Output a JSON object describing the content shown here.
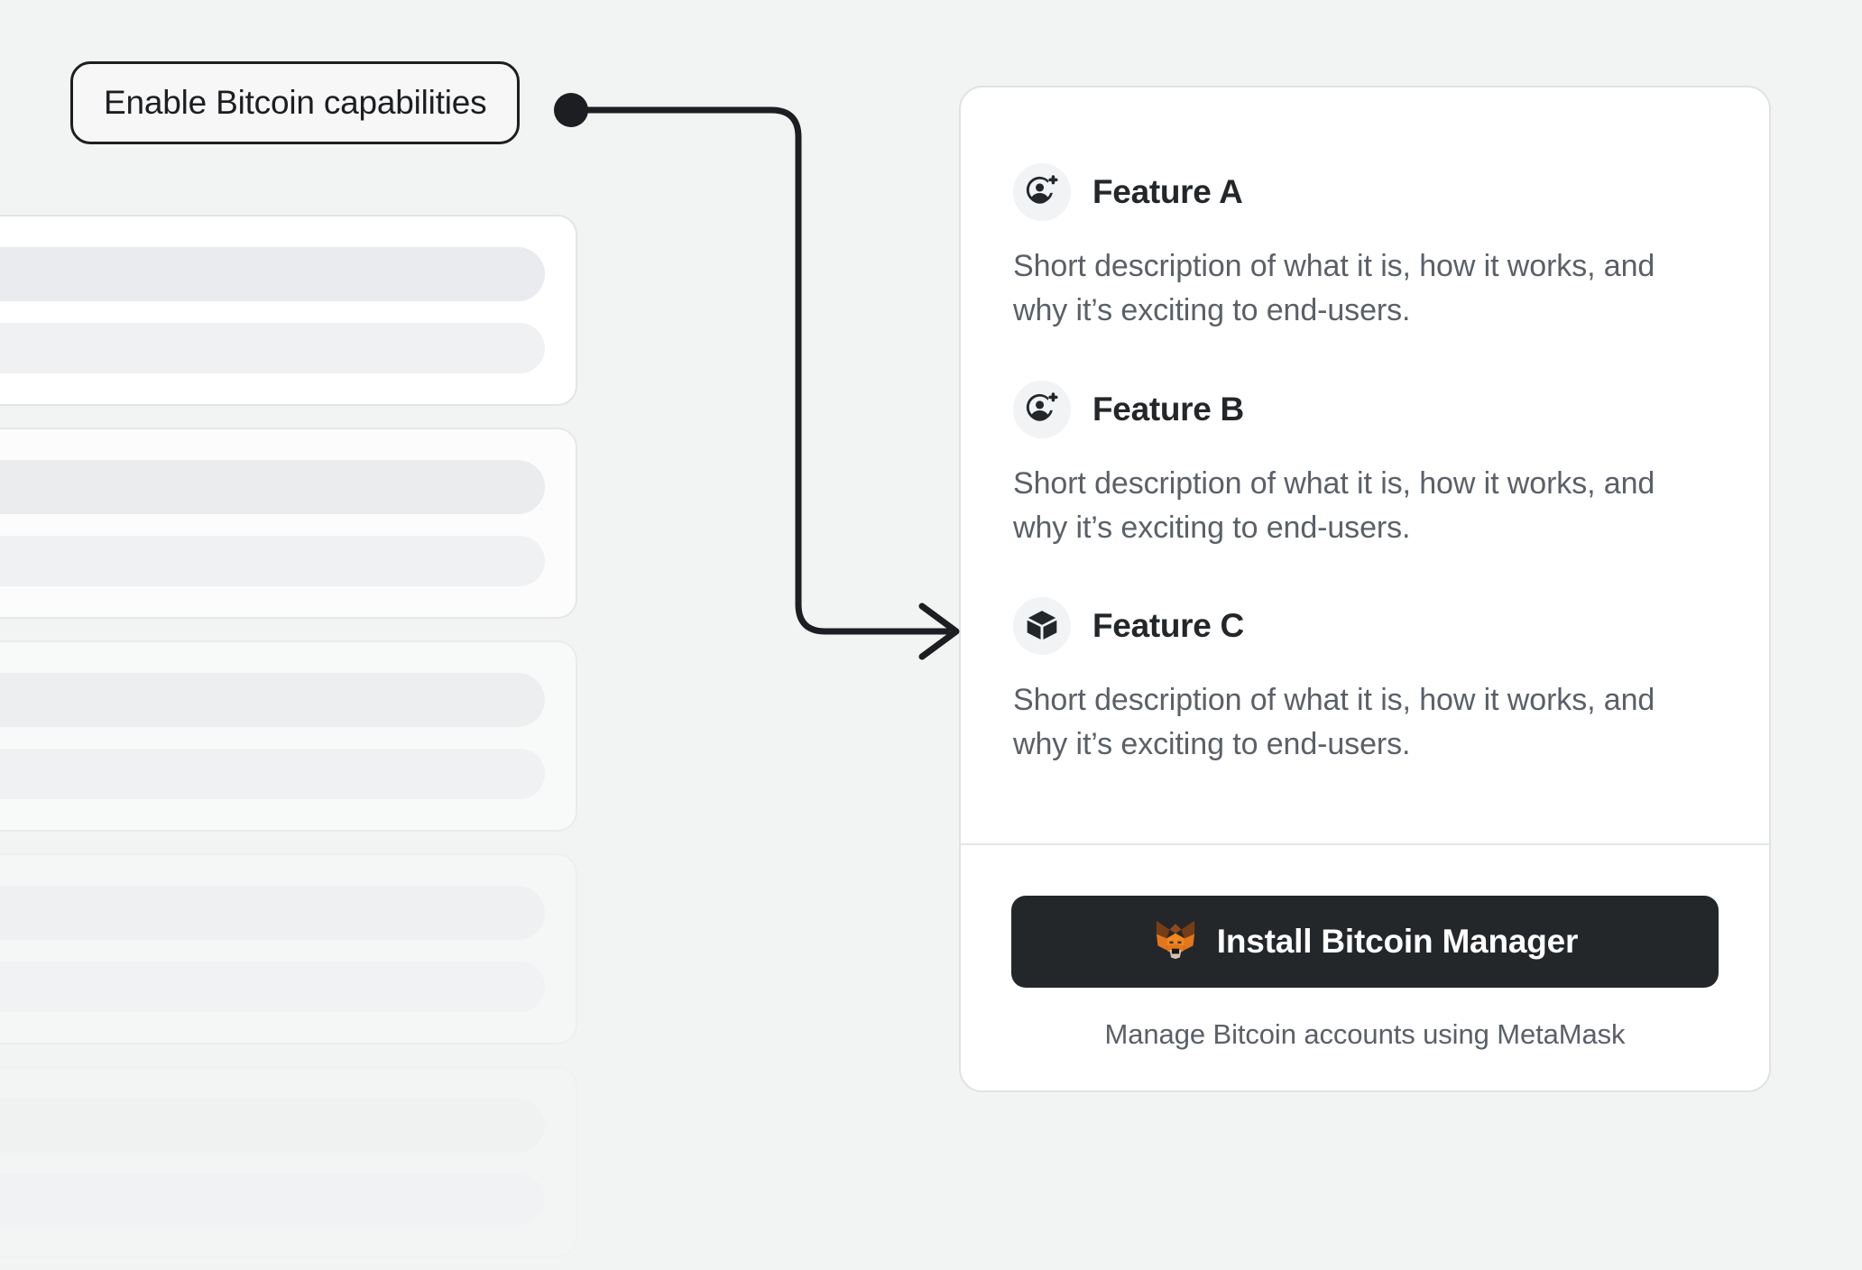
{
  "background": {
    "page_color": "#F2F3F3",
    "skeleton_placeholder_count": 5
  },
  "callout": {
    "label": "Enable Bitcoin capabilities",
    "border_color": "#1C1E21",
    "fill_color": "#F7F7F7",
    "connector": {
      "dot_color": "#1C1E21",
      "line_color": "#1C1E21",
      "arrowhead": "arrow-right"
    }
  },
  "panel": {
    "background": "#FFFFFF",
    "border_color": "#DFE2E5",
    "features": [
      {
        "icon": "add-user-icon",
        "title": "Feature A",
        "description": "Short description of what it is, how it works, and why it’s exciting to end-users."
      },
      {
        "icon": "add-user-icon",
        "title": "Feature B",
        "description": "Short description of what it is, how it works, and why it’s exciting to end-users."
      },
      {
        "icon": "cube-icon",
        "title": "Feature C",
        "description": "Short description of what it is, how it works, and why it’s exciting to end-users."
      }
    ],
    "footer": {
      "install_button_label": "Install Bitcoin Manager",
      "install_button_icon": "metamask-fox-icon",
      "install_button_color": "#24272A",
      "caption": "Manage Bitcoin accounts using MetaMask"
    }
  },
  "colors": {
    "text_primary": "#24272A",
    "text_secondary": "#5B6068",
    "icon_badge_background": "#F1F3F5",
    "metamask_orange": "#E2761B",
    "metamask_dark_orange": "#763D16"
  }
}
